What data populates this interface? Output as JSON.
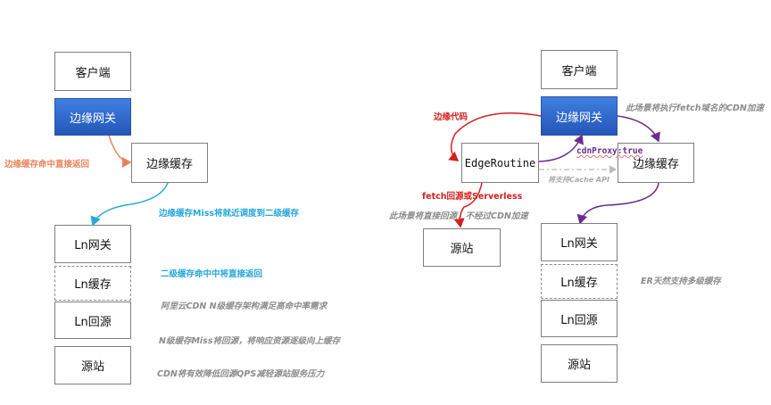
{
  "left": {
    "client": "客户端",
    "edge_gateway": "边缘网关",
    "edge_cache": "边缘缓存",
    "ln_gateway": "Ln网关",
    "ln_cache": "Ln缓存",
    "ln_origin": "Ln回源",
    "origin": "源站",
    "label_hit": "边缘缓存命中直接返回",
    "label_miss": "边缘缓存Miss将就近调度到二级缓存",
    "label_l2hit": "二级缓存命中中将直接返回",
    "note_arch": "阿里云CDN N级缓存架构满足高命中率需求",
    "note_miss": "N级缓存Miss将回源，将响应资源逐级向上缓存",
    "note_qps": "CDN将有效降低回源QPS减轻源站服务压力"
  },
  "right": {
    "client": "客户端",
    "edge_gateway": "边缘网关",
    "edge_routine": "EdgeRoutine",
    "edge_cache": "边缘缓存",
    "origin": "源站",
    "ln_gateway": "Ln网关",
    "ln_cache": "Ln缓存",
    "ln_origin": "Ln回源",
    "origin2": "源站",
    "label_code": "边缘代码",
    "label_fetch": "fetch回源或Serverless",
    "label_proxy": "cdnProxy:true",
    "note_cache_api": "将支持Cache API",
    "note_fetch_cdn": "此场景将执行fetch域名的CDN加速",
    "note_direct": "此场景将直接回源，不经过CDN加速",
    "note_er": "ER天然支持多级缓存"
  },
  "colors": {
    "orange": "#e8845c",
    "cyan": "#26a6dc",
    "red": "#d42020",
    "purple": "#6a2c91",
    "gray": "#8c8c8c",
    "blue_box": "#2f63c6"
  }
}
